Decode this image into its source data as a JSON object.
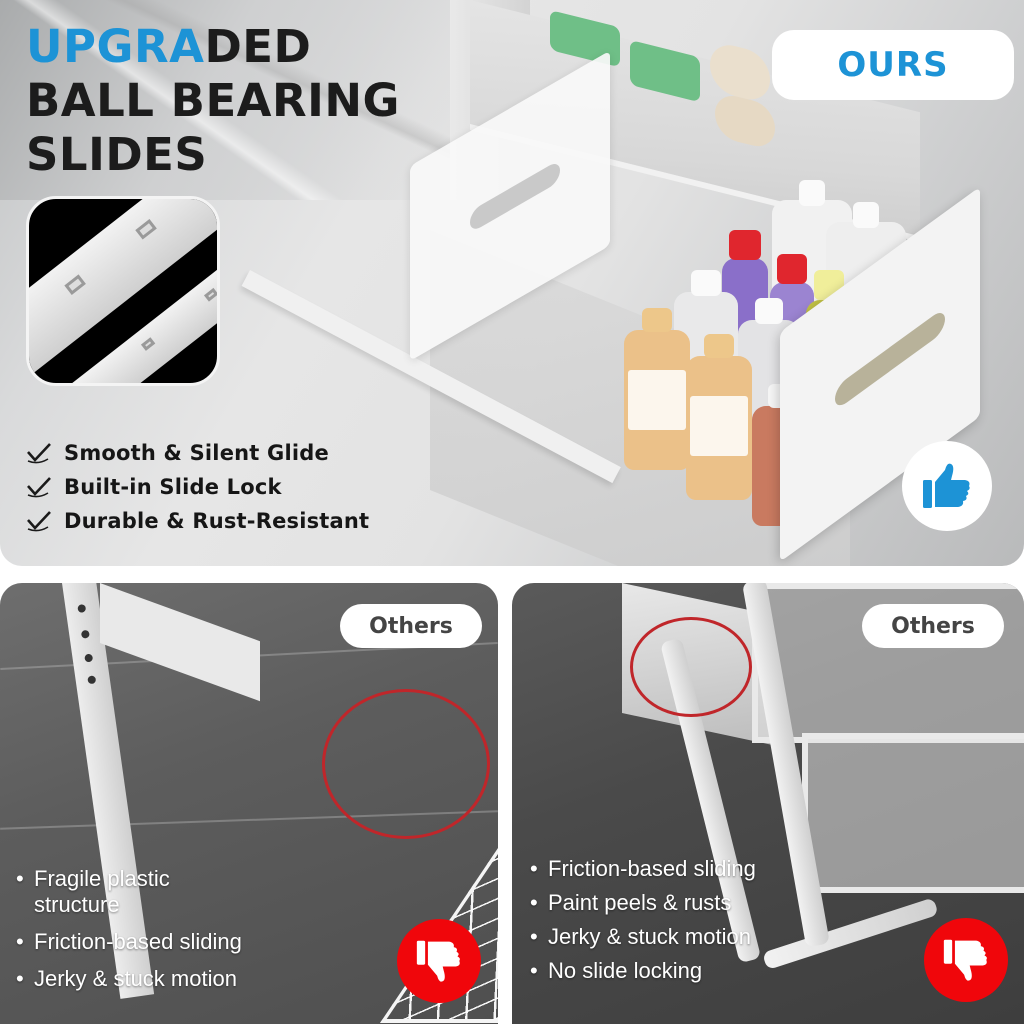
{
  "headline": {
    "line1_blue": "UPGRA",
    "line1_rest": "DED",
    "line2": "BALL BEARING",
    "line3": "SLIDES"
  },
  "features": [
    {
      "icon": "checkmark-icon",
      "label": "Smooth & Silent Glide"
    },
    {
      "icon": "checkmark-icon",
      "label": "Built-in Slide Lock"
    },
    {
      "icon": "checkmark-icon",
      "label": "Durable & Rust-Resistant"
    }
  ],
  "ours_panel": {
    "badge": "OURS",
    "icon": "thumbs-up-icon",
    "icon_color": "#1d93d6"
  },
  "others_panel_left": {
    "badge": "Others",
    "icon": "thumbs-down-icon",
    "icon_bg": "#f0060b",
    "cons": [
      {
        "line1": "Fragile plastic",
        "line2": "structure"
      },
      {
        "line1": "Friction-based sliding"
      },
      {
        "line1": "Jerky & stuck motion"
      }
    ]
  },
  "others_panel_right": {
    "badge": "Others",
    "icon": "thumbs-down-icon",
    "icon_bg": "#f0060b",
    "cons": [
      "Friction-based sliding",
      "Paint peels & rusts",
      "Jerky & stuck motion",
      "No slide locking"
    ]
  },
  "colors": {
    "accent_blue": "#1d93d6",
    "accent_red": "#f0060b",
    "headline_dark": "#1c1c1c",
    "badge_text_gray": "#444444"
  }
}
